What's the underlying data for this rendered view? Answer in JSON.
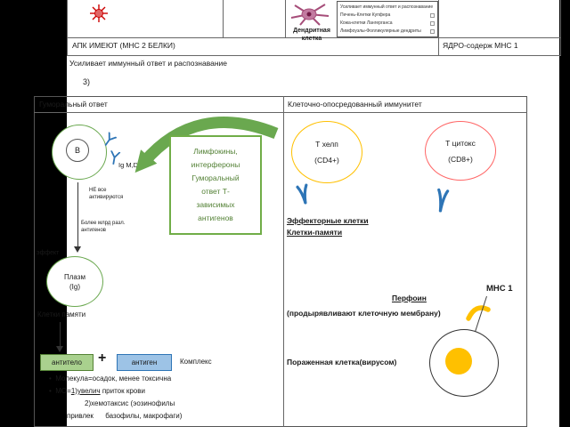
{
  "colors": {
    "green": "#6aa84f",
    "green_dark": "#538135",
    "light_green": "#a9d18e",
    "blue": "#2e75b6",
    "light_blue": "#9dc3e6",
    "yellow": "#ffc000",
    "coral": "#ff6666",
    "virus_red": "#cc0000",
    "purple": "#b4699b"
  },
  "icons": {
    "virus": "virus-icon",
    "dendritic_cell": "dendritic-cell-icon",
    "antibody": "antibody-icon",
    "tcr": "tcr-icon",
    "perforin": "perforin-icon",
    "lymphokine_arrow": "curved-green-arrow"
  },
  "top_table": {
    "dendritic_label": "Дендритная\nклетка",
    "info_box": {
      "title": "Усиливает иммунный ответ и распознавание",
      "items": [
        "Печень-Клетки Купфера",
        "Кожа-клетки Лангерганса",
        "Лимфоузлы-Фолликулярные дендриты"
      ]
    },
    "apc_cell": "АПК ИМЕЮТ (МНС 2 БЕЛКИ)",
    "nucleus_cell": "ЯДРО-содерж МНС 1"
  },
  "subtitle": "Усиливает иммунный ответ и распознавание",
  "item_number": "3)",
  "humoral": {
    "header": "Гуморальный ответ",
    "b_cell_label": "В",
    "ig_label": "Ig M,D",
    "note_not_all": "НЕ все\nактивируются",
    "note_billion": "Более млрд разл.\nантигенов",
    "effect_label": "эффект",
    "plasma_label": "Плазм\n(Ig)",
    "memory_label": "Клетки памяти",
    "antibody_box": "антитело",
    "plus": "+",
    "antigen_box": "антиген",
    "complex_label": "Комплекс",
    "bullet_glyph": "•",
    "bullet1": "Молекула=осадок, менее токсична",
    "bullet2_pre": "МО=",
    "bullet2_u": "1)увелич",
    "bullet2_post": " приток крови",
    "line3": "2)хемотаксис (эозинофилы",
    "line4": "привлек      базофилы, макрофаги)"
  },
  "center_box": {
    "text": "Лимфокины,\nинтерфероны\nГуморальный\nответ Т-\nзависимых\nантигенов"
  },
  "cellular": {
    "header": "Клеточно-опосредованный иммунитет",
    "t_helper": "Т хелп",
    "cd4": "(CD4+)",
    "t_cytotox": "Т цитокс",
    "cd8": "(CD8+)",
    "effector": "Эффекторные клетки",
    "memory": "Клетки-памяти",
    "perforin": "Перфоин",
    "mhc1": "МНС 1",
    "membrane_note": "(продырявливают клеточную мембрану)",
    "infected_label": "Пораженная клетка(вирусом)"
  }
}
